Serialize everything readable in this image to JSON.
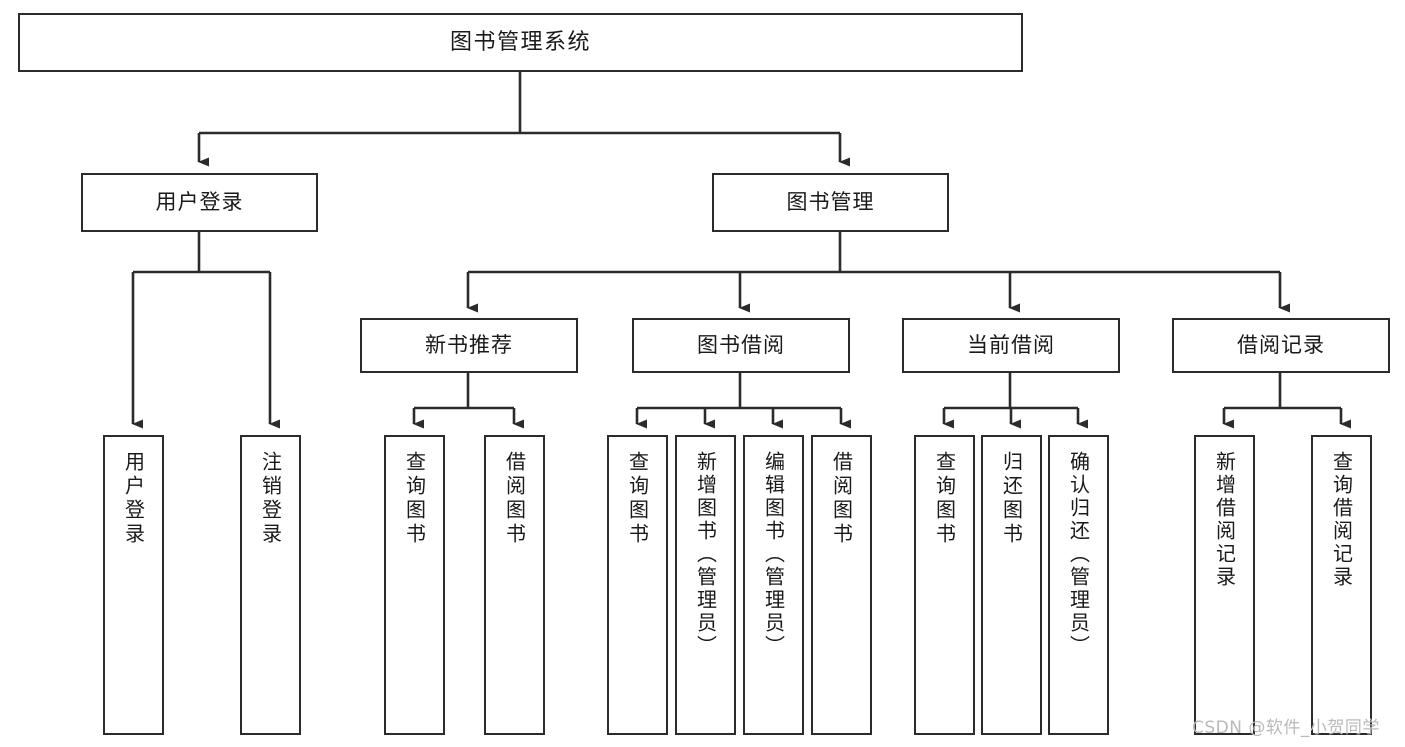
{
  "diagram": {
    "title": "图书管理系统",
    "watermark": "CSDN @软件_小贺同学",
    "colors": {
      "stroke": "#2b2b2b",
      "fill": "#ffffff",
      "text": "#1a1a1a",
      "watermark": "#b9b9b9"
    },
    "root": {
      "label": "图书管理系统"
    },
    "level1": [
      {
        "id": "user-login",
        "label": "用户登录"
      },
      {
        "id": "book-management",
        "label": "图书管理"
      }
    ],
    "level2": [
      {
        "id": "new-book-recommend",
        "label": "新书推荐"
      },
      {
        "id": "book-borrow",
        "label": "图书借阅"
      },
      {
        "id": "current-borrow",
        "label": "当前借阅"
      },
      {
        "id": "borrow-record",
        "label": "借阅记录"
      }
    ],
    "leaves": {
      "user_login": [
        {
          "id": "leaf-user-login",
          "label": "用户登录"
        },
        {
          "id": "leaf-logout-login",
          "label": "注销登录"
        }
      ],
      "new_book_recommend": [
        {
          "id": "leaf-query-book-1",
          "label": "查询图书"
        },
        {
          "id": "leaf-borrow-book-1",
          "label": "借阅图书"
        }
      ],
      "book_borrow": [
        {
          "id": "leaf-query-book-2",
          "label": "查询图书"
        },
        {
          "id": "leaf-add-book",
          "label": "新增图书（管理员）"
        },
        {
          "id": "leaf-edit-book",
          "label": "编辑图书（管理员）"
        },
        {
          "id": "leaf-borrow-book-2",
          "label": "借阅图书"
        }
      ],
      "current_borrow": [
        {
          "id": "leaf-query-book-3",
          "label": "查询图书"
        },
        {
          "id": "leaf-return-book",
          "label": "归还图书"
        },
        {
          "id": "leaf-confirm-return",
          "label": "确认归还（管理员）"
        }
      ],
      "borrow_record": [
        {
          "id": "leaf-add-record",
          "label": "新增借阅记录"
        },
        {
          "id": "leaf-query-record",
          "label": "查询借阅记录"
        }
      ]
    }
  }
}
